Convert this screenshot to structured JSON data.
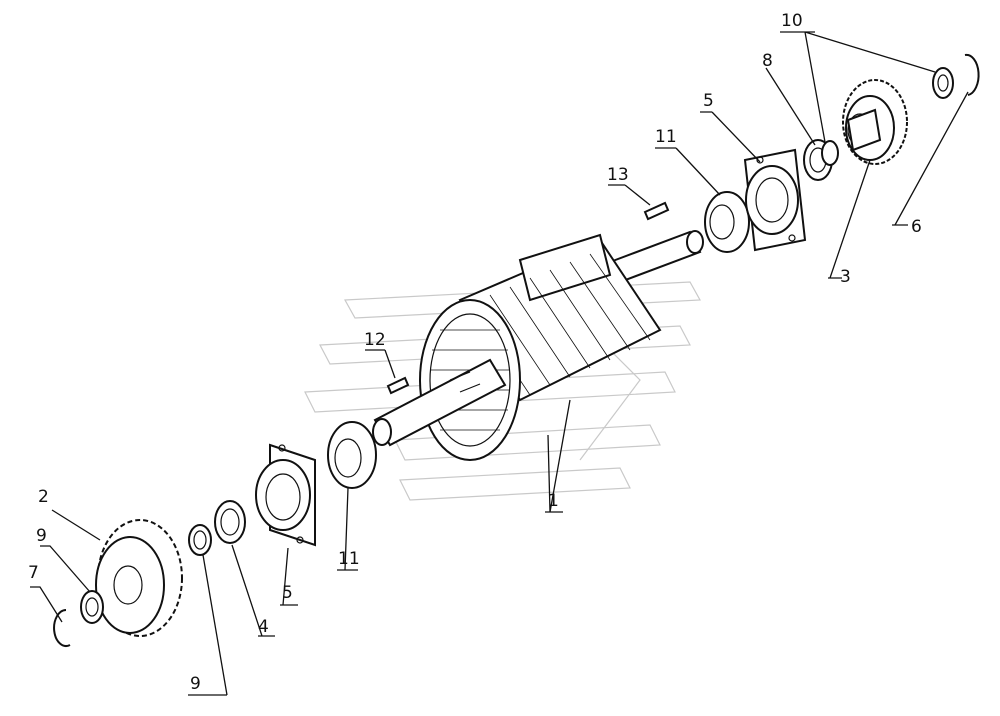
{
  "diagram": {
    "callouts": [
      {
        "id": "c1",
        "text": "1"
      },
      {
        "id": "c2",
        "text": "2"
      },
      {
        "id": "c3",
        "text": "3"
      },
      {
        "id": "c4",
        "text": "4"
      },
      {
        "id": "c5a",
        "text": "5"
      },
      {
        "id": "c5b",
        "text": "5"
      },
      {
        "id": "c6",
        "text": "6"
      },
      {
        "id": "c7",
        "text": "7"
      },
      {
        "id": "c8",
        "text": "8"
      },
      {
        "id": "c9a",
        "text": "9"
      },
      {
        "id": "c9b",
        "text": "9"
      },
      {
        "id": "c10",
        "text": "10"
      },
      {
        "id": "c11a",
        "text": "11"
      },
      {
        "id": "c11b",
        "text": "11"
      },
      {
        "id": "c12",
        "text": "12"
      },
      {
        "id": "c13",
        "text": "13"
      }
    ]
  }
}
